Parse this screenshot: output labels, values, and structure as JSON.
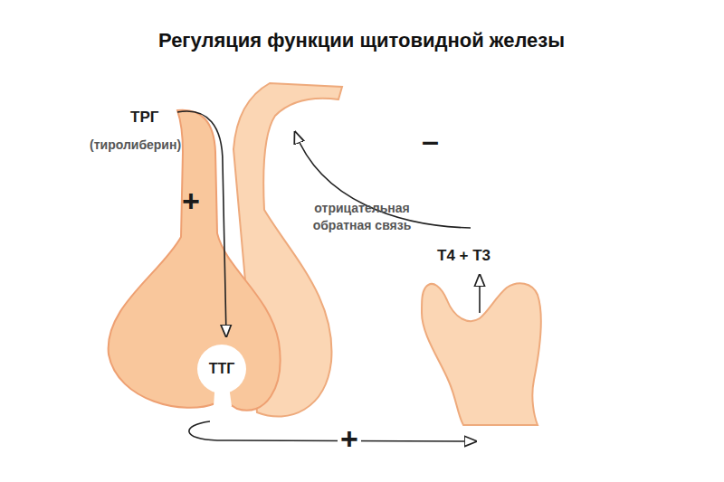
{
  "diagram": {
    "title": "Регуляция функции щитовидной железы",
    "nodes": [
      {
        "text": [
          "ТТГ"
        ]
      }
    ],
    "labels": [
      "ТРГ",
      "(тиролиберин)",
      "+",
      "–",
      "отрицательная обратная связь",
      "Т4 + Т3",
      "+"
    ]
  }
}
